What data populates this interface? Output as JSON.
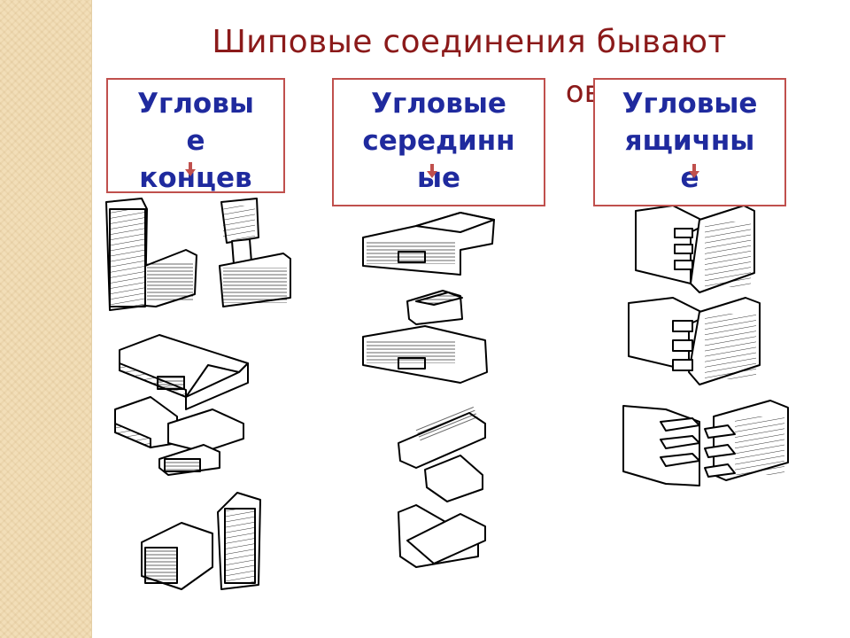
{
  "slide": {
    "title_line1": "Шиповые соединения бывают",
    "title_line2_visible": "ов",
    "title_line2_colon": ":"
  },
  "categories": [
    {
      "label": "Угловы\nе\nконцев"
    },
    {
      "label": "Угловые\nсерединн\nые"
    },
    {
      "label": "Угловые\nящичны\nе"
    }
  ],
  "colors": {
    "title": "#8b1a1a",
    "category_text": "#1f2a9e",
    "box_border": "#c0504d",
    "side_strip": "#f2deb8"
  },
  "illustrations": [
    "corner-end-joint-drawings",
    "corner-middle-joint-drawings",
    "box-joint-drawings"
  ]
}
